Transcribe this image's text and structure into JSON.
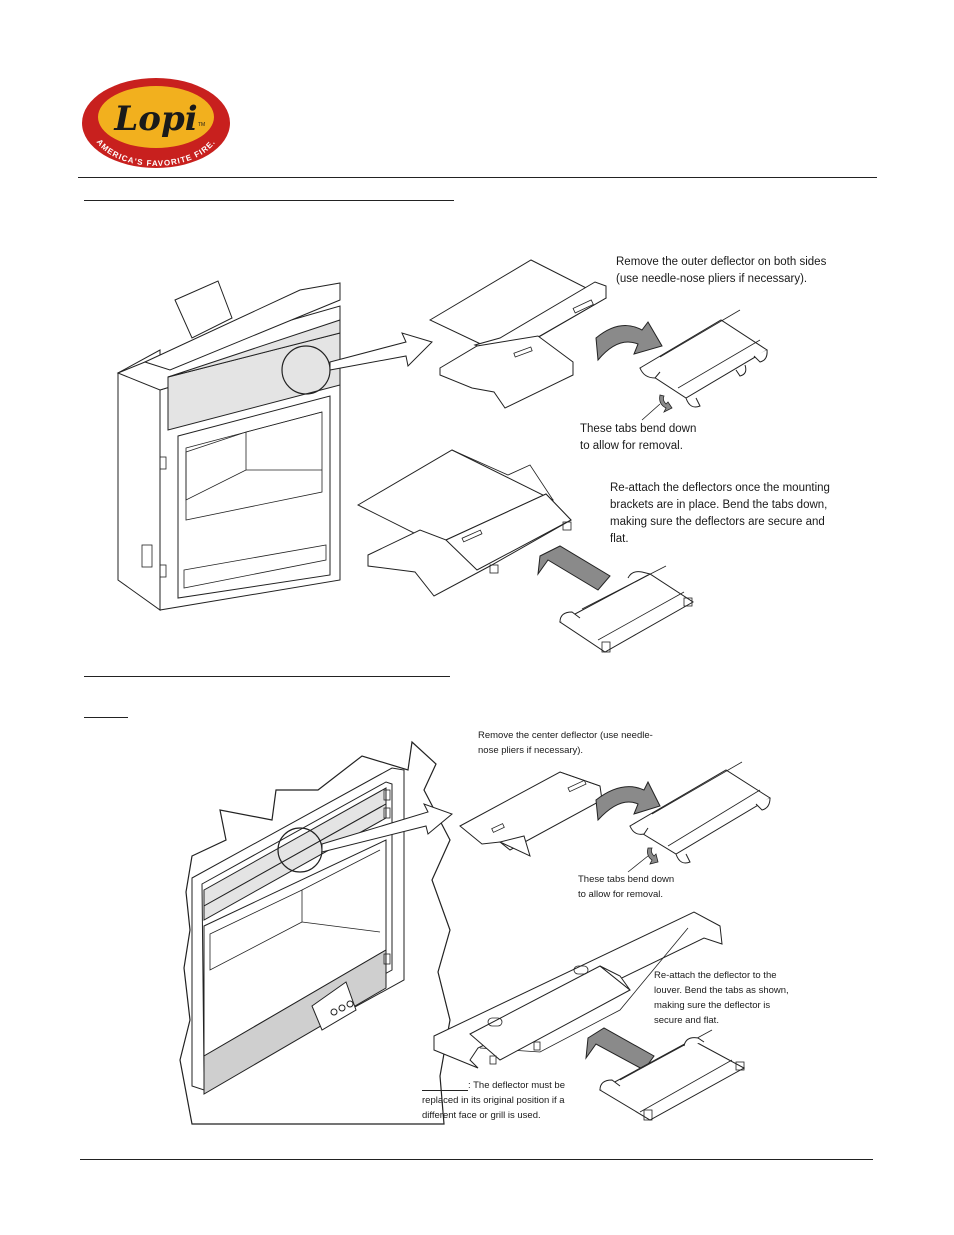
{
  "logo": {
    "wordmark": "Lopi",
    "trademark": "TM",
    "tagline": "AMERICA'S FAVORITE FIRE.",
    "colors": {
      "outer": "#c8201e",
      "inner": "#f2b01e",
      "text": "#1a1a1a"
    }
  },
  "section1": {
    "remove_caption": "Remove the outer deflector on both sides (use needle-nose pliers if necessary).",
    "tabs_caption": "These tabs bend down to allow for removal.",
    "reattach_caption": "Re-attach the deflectors once the mounting brackets are in place.  Bend the tabs down, making sure the deflectors are secure and flat."
  },
  "section2": {
    "remove_caption": "Remove the center deflector (use needle-nose pliers if necessary).",
    "tabs_caption": "These tabs bend down to allow for removal.",
    "reattach_caption": "Re-attach the deflector to the louver.  Bend the tabs as shown, making sure the deflector is secure and flat.",
    "note_caption": ": The deflector must be replaced in its original position if a different face or grill is used."
  }
}
